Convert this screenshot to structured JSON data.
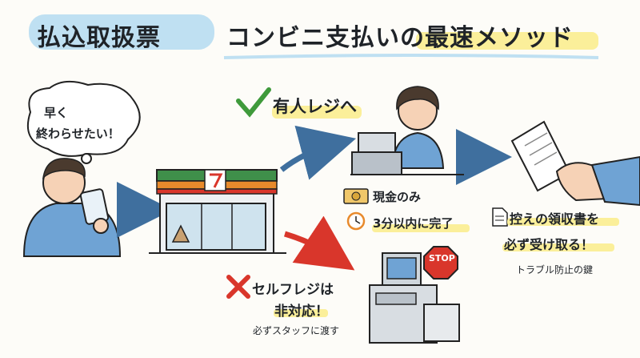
{
  "title": {
    "part1": "払込取扱票",
    "part2": "コンビニ支払いの最速メソッド"
  },
  "speech_bubble": {
    "line1": "早く",
    "line2": "終わらせたい！"
  },
  "cashier": {
    "label": "有人レジへ"
  },
  "cash_only": {
    "label": "現金のみ"
  },
  "time": {
    "label": "3分以内に完了"
  },
  "receipt": {
    "line1": "控えの領収書を",
    "line2": "必ず受け取る！",
    "note": "トラブル防止の鍵"
  },
  "self_register": {
    "line1": "セルフレジは",
    "line2": "非対応！",
    "note": "必ずスタッフに渡す"
  },
  "stop_sign": {
    "label": "STOP"
  },
  "colors": {
    "blue_highlight": "#bfe0f2",
    "yellow_highlight": "#fbef9a",
    "ok_green": "#3f9a3b",
    "ng_red": "#d9362b",
    "arrow_blue": "#3f6f9e"
  },
  "icons": [
    "check-icon",
    "cross-icon",
    "money-icon",
    "clock-icon",
    "document-icon",
    "stop-sign-icon"
  ]
}
